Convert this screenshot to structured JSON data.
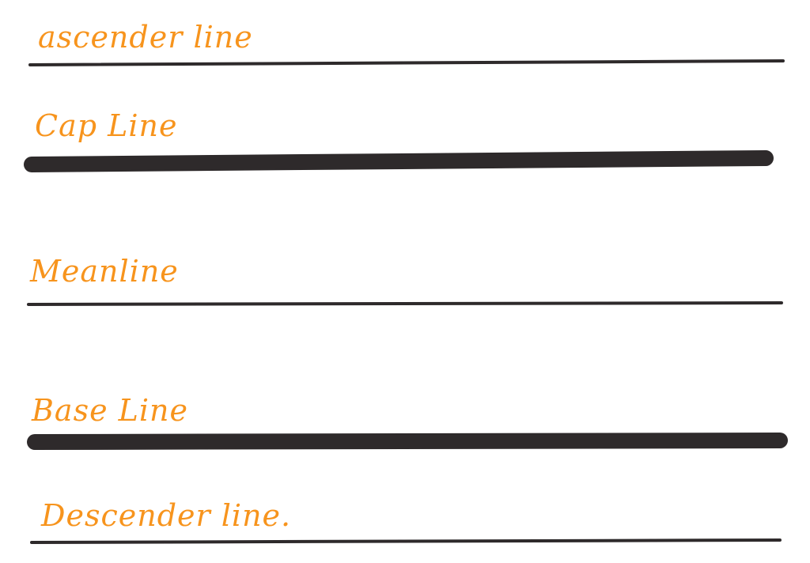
{
  "colors": {
    "background": "#ffffff",
    "label": "#f7941d",
    "line": "#2e2a2b"
  },
  "lines": [
    {
      "key": "ascender",
      "label": "ascender line",
      "weight": "thin"
    },
    {
      "key": "cap",
      "label": "Cap Line",
      "weight": "thick"
    },
    {
      "key": "mean",
      "label": "Meanline",
      "weight": "thin"
    },
    {
      "key": "base",
      "label": "Base Line",
      "weight": "thick"
    },
    {
      "key": "descender",
      "label": "Descender line.",
      "weight": "thin"
    }
  ]
}
